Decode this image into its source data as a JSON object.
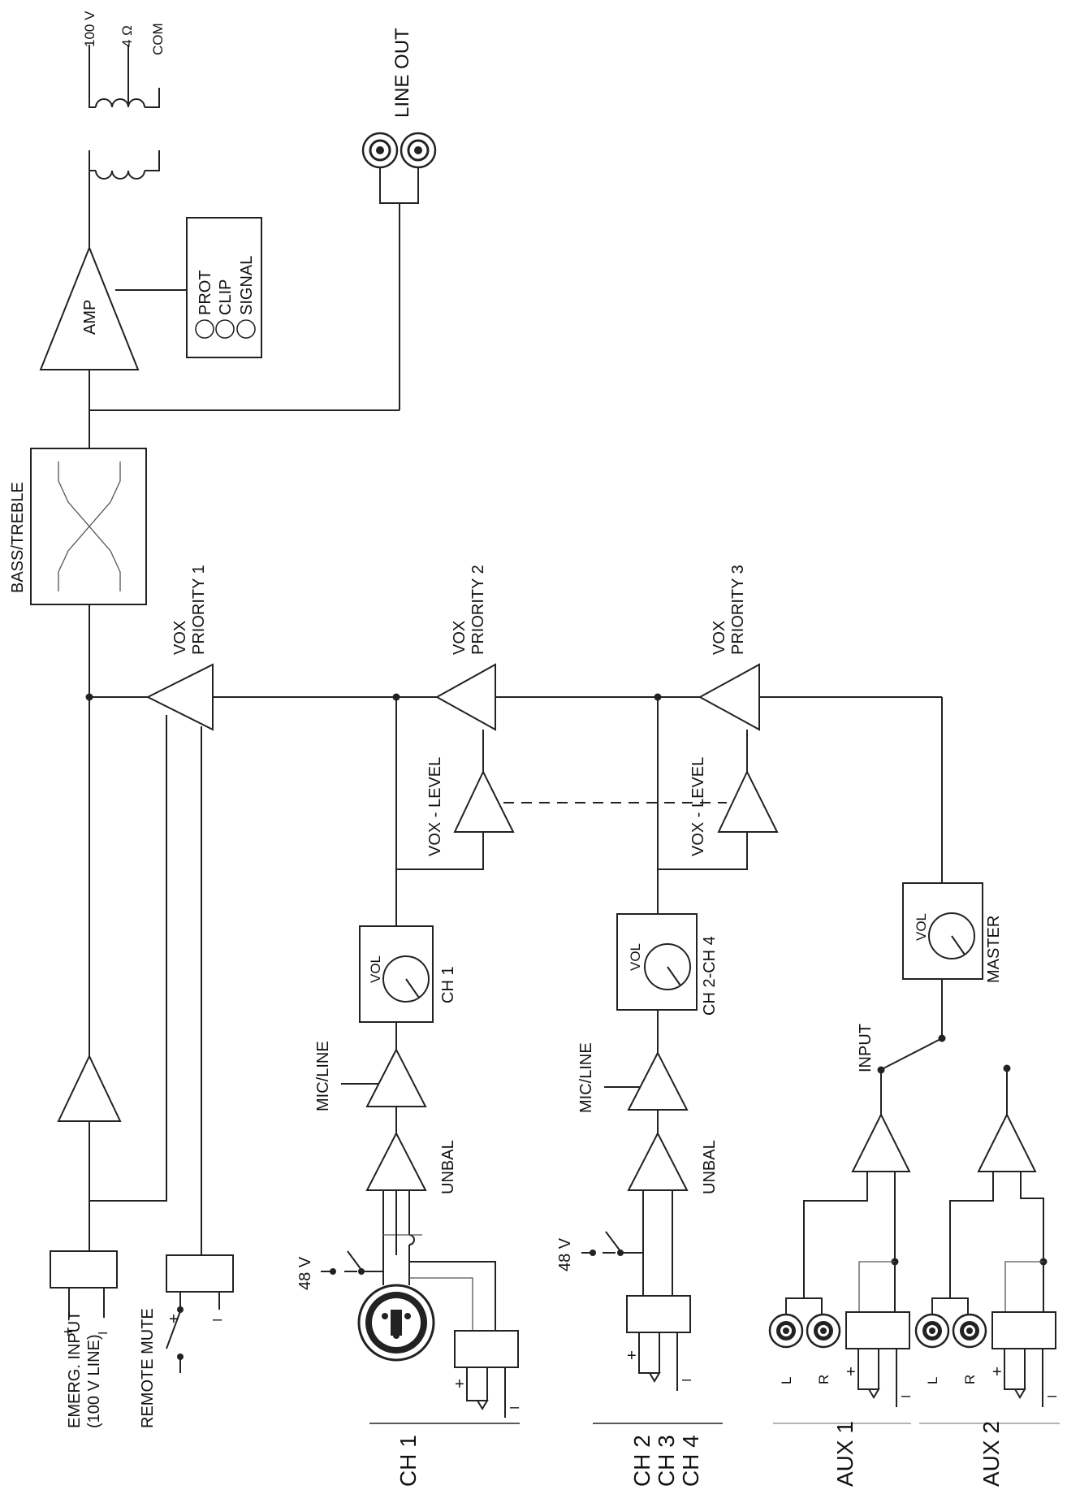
{
  "transformer": {
    "tap_100v": "100 V",
    "tap_4ohm": "4 Ω",
    "tap_com": "COM"
  },
  "line_out": {
    "label": "LINE OUT"
  },
  "amp": {
    "label": "AMP"
  },
  "indicators": [
    "PROT",
    "CLIP",
    "SIGNAL"
  ],
  "tone": {
    "label": "BASS/TREBLE"
  },
  "vox": {
    "p1": [
      "VOX",
      "PRIORITY 1"
    ],
    "p2": [
      "VOX",
      "PRIORITY 2"
    ],
    "p3": [
      "VOX",
      "PRIORITY 3"
    ],
    "level_a": "VOX - LEVEL",
    "level_b": "VOX - LEVEL"
  },
  "volumes": {
    "ch1": {
      "vol": "VOL",
      "name": "CH 1"
    },
    "ch24": {
      "vol": "VOL",
      "name": "CH 2-CH 4"
    },
    "master": {
      "vol": "VOL",
      "name": "MASTER"
    }
  },
  "stages": {
    "mic_line_1": "MIC/LINE",
    "mic_line_2": "MIC/LINE",
    "unbal_1": "UNBAL",
    "unbal_2": "UNBAL",
    "input": "INPUT"
  },
  "phantom": {
    "ch1": "48 V",
    "ch24": "48 V"
  },
  "emergency": {
    "line1": "EMERG. INPUT",
    "line2": "(100 V LINE)",
    "plus": "+",
    "minus": "–"
  },
  "remote": {
    "label": "REMOTE MUTE",
    "plus": "+",
    "minus": "–"
  },
  "terminals": {
    "plus": "+",
    "minus": "–",
    "left": "L",
    "right": "R"
  },
  "sections": {
    "ch1": "CH 1",
    "ch2": "CH 2",
    "ch3": "CH 3",
    "ch4": "CH 4",
    "aux1": "AUX 1",
    "aux2": "AUX 2"
  }
}
